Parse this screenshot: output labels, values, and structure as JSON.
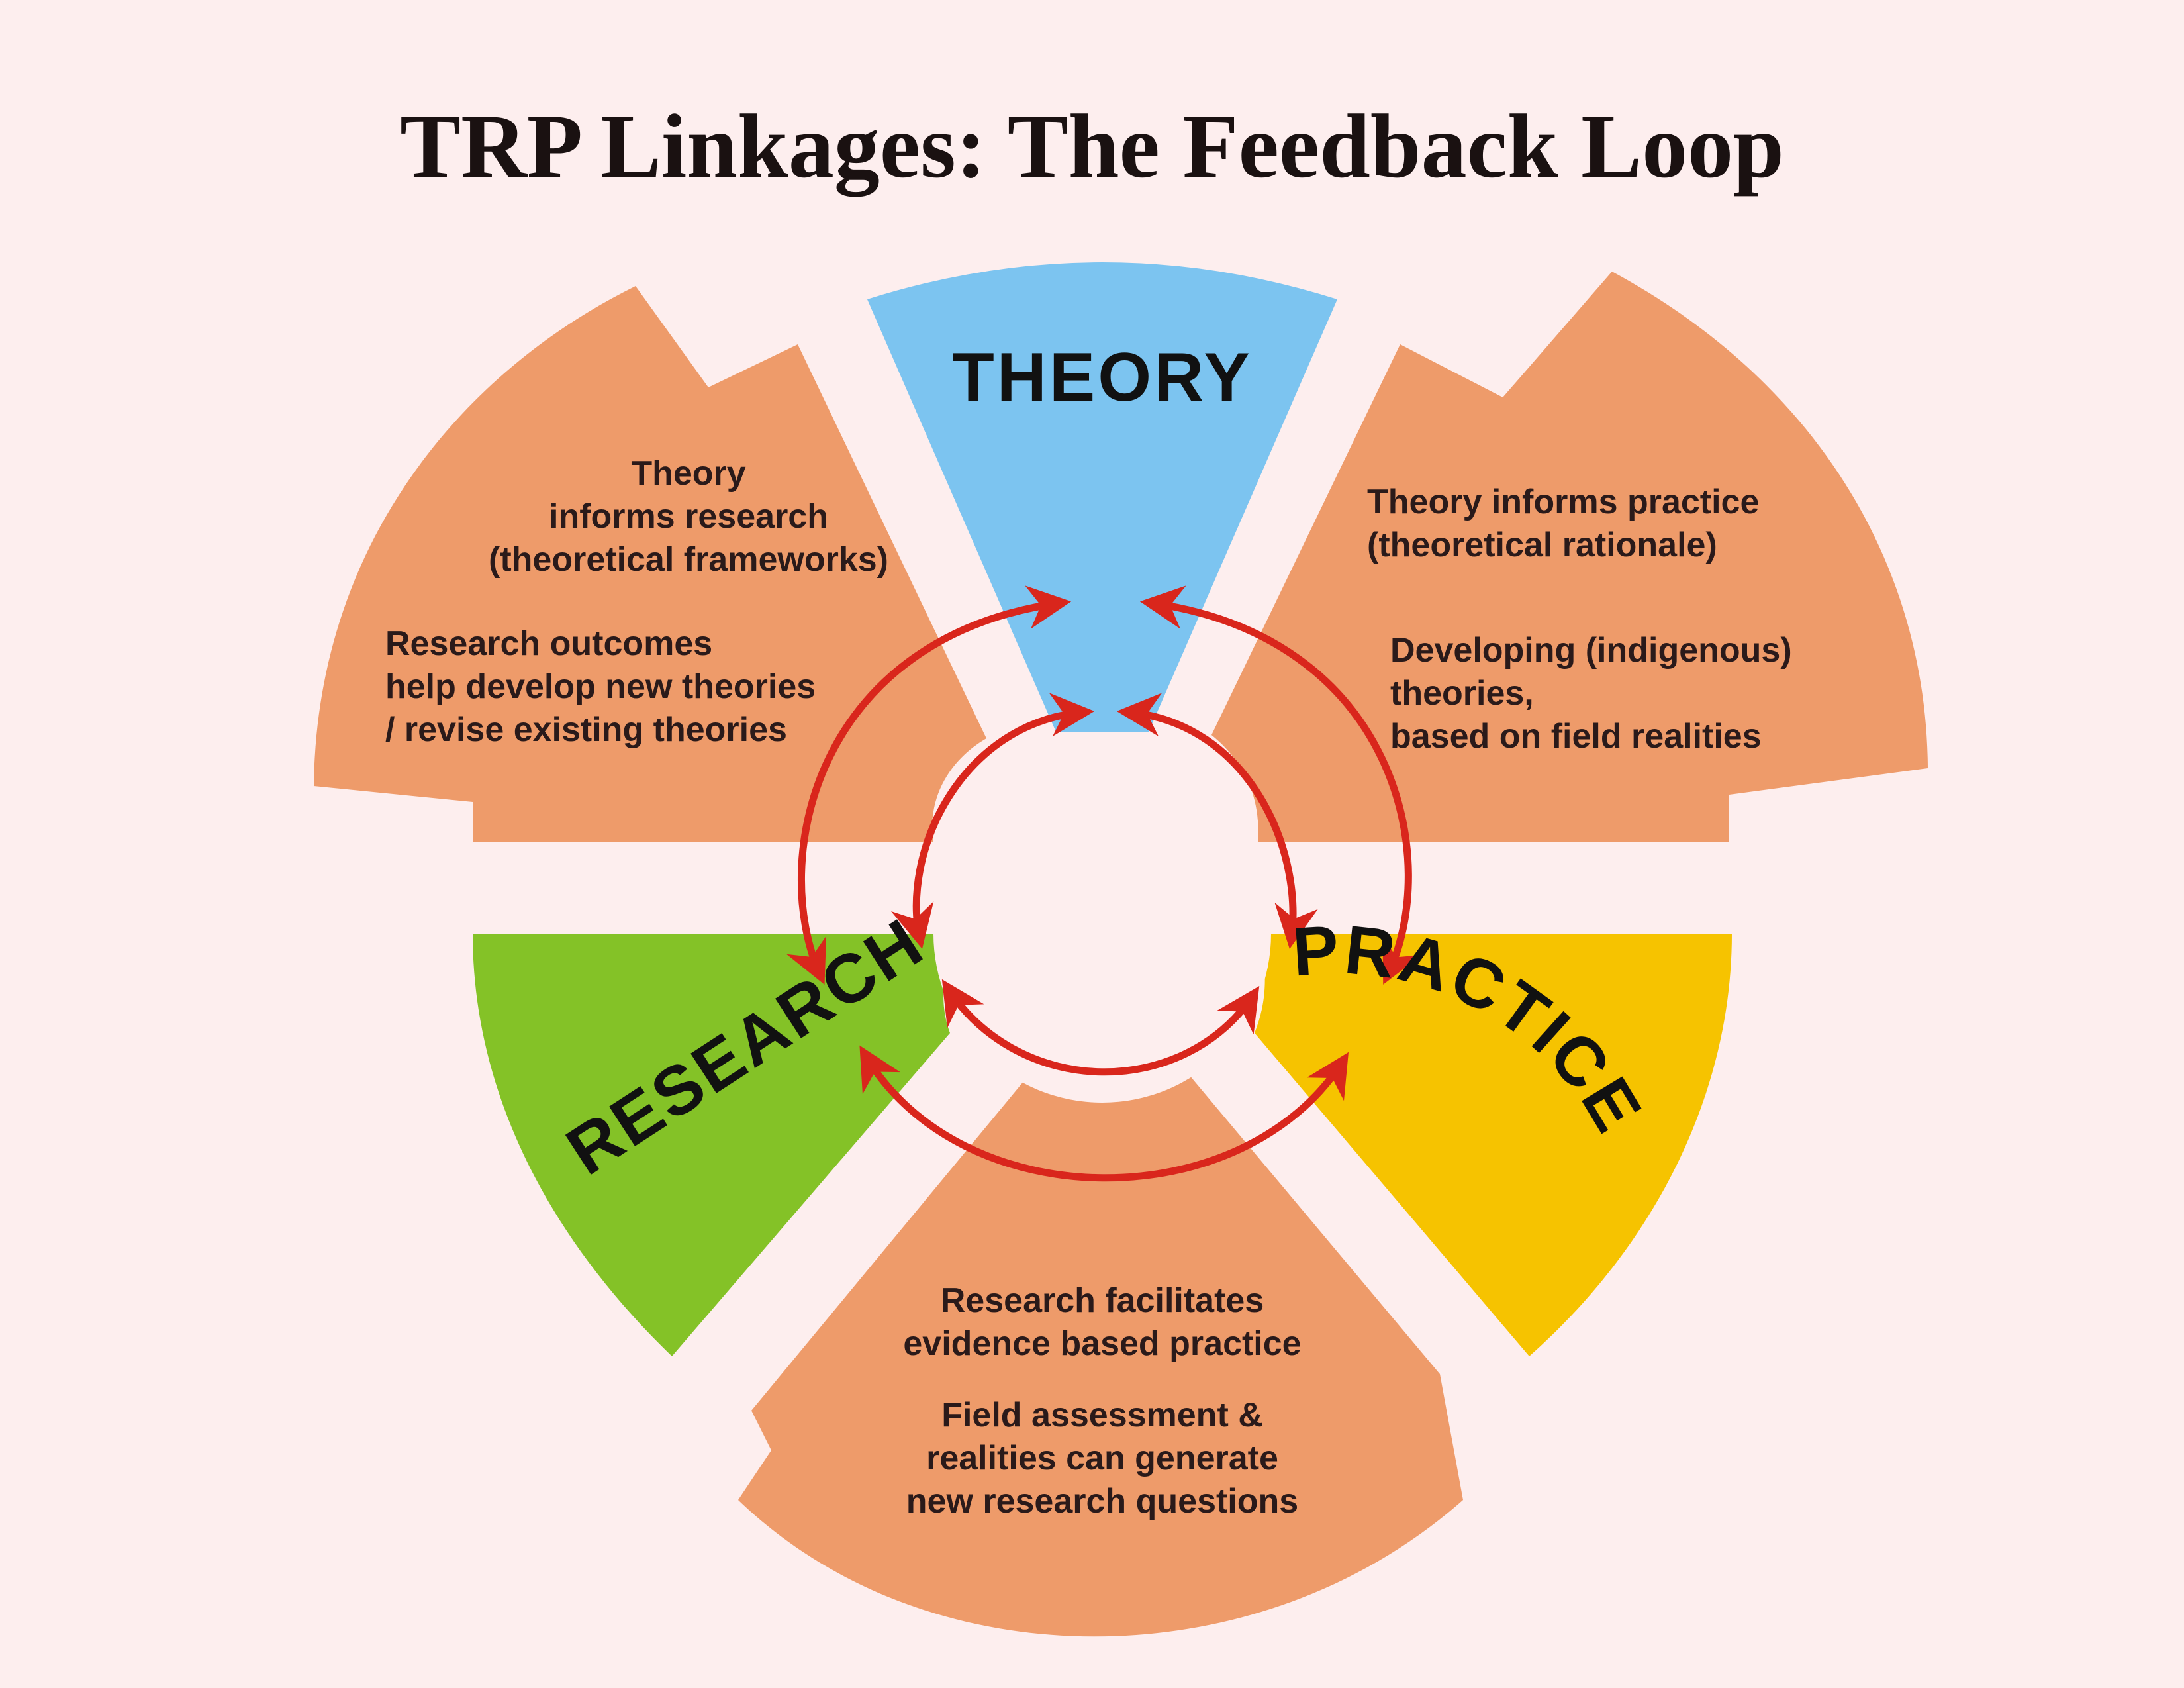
{
  "title": "TRP Linkages: The Feedback Loop",
  "labels": {
    "theory": "THEORY",
    "research": "RESEARCH",
    "practice": "PRACTICE"
  },
  "notes": {
    "theory_research": {
      "line1": "Theory",
      "line2": "informs research",
      "line3": "(theoretical frameworks)",
      "line4": "Research outcomes",
      "line5": "help develop new theories",
      "line6": "/ revise existing theories"
    },
    "theory_practice": {
      "line1": "Theory informs practice",
      "line2": "(theoretical rationale)",
      "line3": "Developing (indigenous)",
      "line4": "theories,",
      "line5": "based on field realities"
    },
    "research_practice": {
      "line1": "Research facilitates",
      "line2": "evidence based practice",
      "line3": "Field assessment &",
      "line4": "realities can generate",
      "line5": "new research questions"
    }
  },
  "colors": {
    "background": "#fdeeee",
    "salmon": "#ee9b6a",
    "theory": "#7cc4f0",
    "research": "#84c227",
    "practice": "#f6c300",
    "arrow": "#d9261c"
  }
}
